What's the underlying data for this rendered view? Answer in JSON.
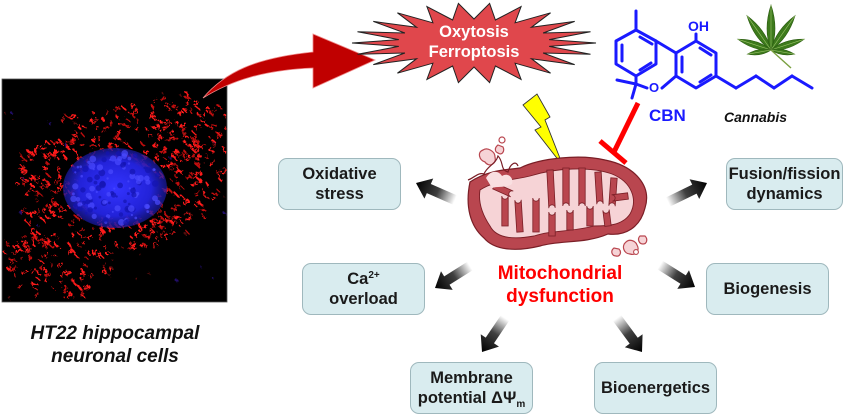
{
  "micrograph": {
    "caption_line1": "HT22 hippocampal",
    "caption_line2": "neuronal cells",
    "stain_colors": {
      "mitochondria": "#ff1a1a",
      "nucleus": "#2a2aff",
      "background": "#000000"
    }
  },
  "trigger": {
    "line1": "Oxytosis",
    "line2": "Ferroptosis",
    "color": "#e0474c"
  },
  "compound": {
    "name": "CBN",
    "source": "Cannabis",
    "hydroxyl_label": "OH",
    "oxygen_label": "O",
    "structure_color": "#1a1aff",
    "inhibition_color": "#ff0000"
  },
  "center": {
    "line1": "Mitochondrial",
    "line2": "dysfunction",
    "color": "#ff0000",
    "organelle_colors": {
      "membrane": "#b9464f",
      "matrix": "#f6d3d6"
    }
  },
  "outcomes": [
    {
      "id": "oxidative",
      "line1": "Oxidative",
      "line2": "stress"
    },
    {
      "id": "calcium",
      "line1_base": "Ca",
      "line1_sup": "2+",
      "line2": "overload"
    },
    {
      "id": "membrane",
      "line1": "Membrane",
      "line2_base": "potential ΔΨ",
      "line2_sub": "m"
    },
    {
      "id": "bioenergetics",
      "line1": "Bioenergetics"
    },
    {
      "id": "biogenesis",
      "line1": "Biogenesis"
    },
    {
      "id": "fusion",
      "line1": "Fusion/fission",
      "line2": "dynamics"
    }
  ],
  "colors": {
    "box_fill": "#d9ecef",
    "box_border": "#9fb8bd",
    "big_arrow": "#c00000",
    "lightning": "#ffff00"
  }
}
